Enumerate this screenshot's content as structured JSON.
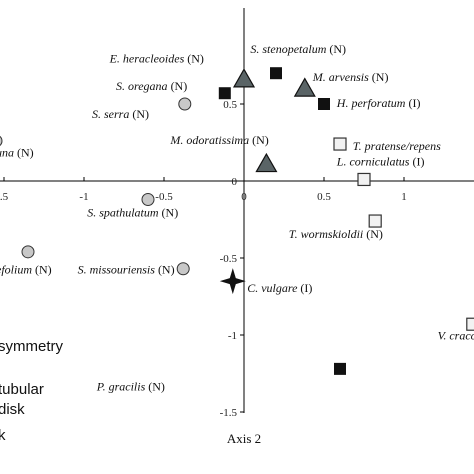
{
  "chart_data": {
    "type": "scatter",
    "xlabel": "",
    "ylabel": "Axis 2",
    "xlim": [
      -1.55,
      1.45
    ],
    "ylim": [
      -1.5,
      1.05
    ],
    "x_ticks": [
      {
        "v": -1.5,
        "label": ".5"
      },
      {
        "v": -1,
        "label": "-1"
      },
      {
        "v": -0.5,
        "label": "-0.5"
      },
      {
        "v": 0,
        "label": "0"
      },
      {
        "v": 0.5,
        "label": "0.5"
      },
      {
        "v": 1,
        "label": "1"
      }
    ],
    "y_ticks": [
      {
        "v": 0.5,
        "label": "0.5"
      },
      {
        "v": 0,
        "label": "0"
      },
      {
        "v": -0.5,
        "label": "-0.5"
      },
      {
        "v": -1,
        "label": "-1"
      },
      {
        "v": -1.5,
        "label": "-1.5"
      }
    ],
    "points": [
      {
        "x": -1.55,
        "y": 0.26,
        "marker": "circle",
        "label": "una",
        "suffix": " (N)",
        "lx": -1.55,
        "ly": 0.16,
        "anchor": "start"
      },
      {
        "x": -0.37,
        "y": 0.5,
        "marker": "circle",
        "label": "S. serra",
        "suffix": " (N)",
        "lx": -0.95,
        "ly": 0.41,
        "anchor": "start"
      },
      {
        "x": -0.6,
        "y": -0.12,
        "marker": "circle",
        "label": "S. spathulatum",
        "suffix": " (N)",
        "lx": -0.98,
        "ly": -0.23,
        "anchor": "start"
      },
      {
        "x": -1.35,
        "y": -0.46,
        "marker": "circle",
        "label": "efolium",
        "suffix": " (N)",
        "lx": -1.55,
        "ly": -0.6,
        "anchor": "start"
      },
      {
        "x": -0.38,
        "y": -0.57,
        "marker": "circle",
        "label": "S. missouriensis",
        "suffix": " (N)",
        "lx": -1.04,
        "ly": -0.6,
        "anchor": "start"
      },
      {
        "x": 0,
        "y": 0.66,
        "marker": "triangle",
        "label": "E. heracleoides",
        "suffix": " (N)",
        "lx": -0.84,
        "ly": 0.77,
        "anchor": "start"
      },
      {
        "x": 0.38,
        "y": 0.6,
        "marker": "triangle",
        "label": "M. arvensis",
        "suffix": " (N)",
        "lx": 0.43,
        "ly": 0.65,
        "anchor": "start"
      },
      {
        "x": 0.14,
        "y": 0.11,
        "marker": "triangle",
        "label": "M. odoratissima",
        "suffix": " (N)",
        "lx": -0.46,
        "ly": 0.24,
        "anchor": "start"
      },
      {
        "x": 0.2,
        "y": 0.7,
        "marker": "square",
        "label": "S. stenopetalum",
        "suffix": " (N)",
        "lx": 0.04,
        "ly": 0.83,
        "anchor": "start"
      },
      {
        "x": -0.12,
        "y": 0.57,
        "marker": "square",
        "label": "S. oregana",
        "suffix": " (N)",
        "lx": -0.8,
        "ly": 0.59,
        "anchor": "start"
      },
      {
        "x": 0.5,
        "y": 0.5,
        "marker": "square",
        "label": "H. perforatum",
        "suffix": " (I)",
        "lx": 0.58,
        "ly": 0.48,
        "anchor": "start"
      },
      {
        "x": 0.6,
        "y": -1.22,
        "marker": "square",
        "label": "P. gracilis",
        "suffix": " (N)",
        "lx": -0.92,
        "ly": -1.36,
        "anchor": "start"
      },
      {
        "x": 0.6,
        "y": 0.24,
        "marker": "open-square",
        "label": "T. pratense/repens",
        "suffix": "",
        "lx": 0.68,
        "ly": 0.2,
        "anchor": "start"
      },
      {
        "x": 0.75,
        "y": 0.01,
        "marker": "open-square",
        "label": "L. corniculatus",
        "suffix": " (I)",
        "lx": 0.58,
        "ly": 0.1,
        "anchor": "start"
      },
      {
        "x": 0.82,
        "y": -0.26,
        "marker": "open-square",
        "label": "T. wormskioldii",
        "suffix": " (N)",
        "lx": 0.28,
        "ly": -0.37,
        "anchor": "start"
      },
      {
        "x": 1.43,
        "y": -0.93,
        "marker": "open-square",
        "label": "V. cracc",
        "suffix": "",
        "lx": 1.45,
        "ly": -1.03,
        "anchor": "end"
      },
      {
        "x": -0.07,
        "y": -0.65,
        "marker": "star",
        "label": "C. vulgare",
        "suffix": " (I)",
        "lx": 0.02,
        "ly": -0.72,
        "anchor": "start"
      }
    ],
    "legend_entries": [
      "symmetry",
      "tubular",
      "disk",
      "k"
    ]
  }
}
